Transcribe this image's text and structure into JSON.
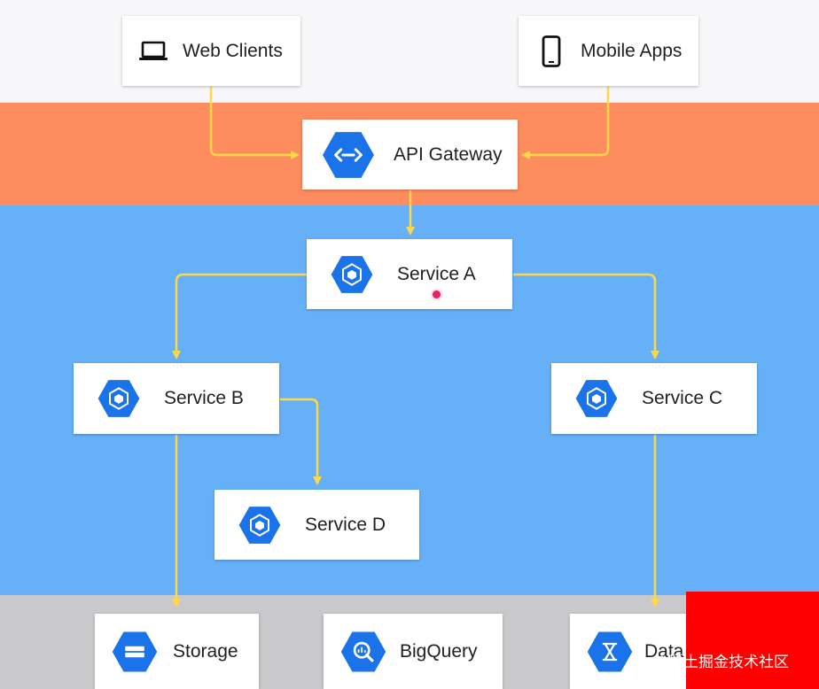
{
  "colors": {
    "client_band": "#f7f7f9",
    "gateway_band": "#fd8d5e",
    "services_band": "#66b0f8",
    "data_band": "#c9c9cc",
    "icon_hex": "#1a73e8",
    "connector": "#ffd84a"
  },
  "clients": {
    "web": {
      "label": "Web Clients",
      "icon": "laptop-icon"
    },
    "mobile": {
      "label": "Mobile Apps",
      "icon": "smartphone-icon"
    }
  },
  "gateway": {
    "label": "API Gateway",
    "icon": "api-gateway-icon"
  },
  "services": {
    "a": {
      "label": "Service A",
      "icon": "kubernetes-engine-icon"
    },
    "b": {
      "label": "Service B",
      "icon": "kubernetes-engine-icon"
    },
    "c": {
      "label": "Service C",
      "icon": "kubernetes-engine-icon"
    },
    "d": {
      "label": "Service D",
      "icon": "kubernetes-engine-icon"
    }
  },
  "data_stores": {
    "storage": {
      "label": "Storage",
      "icon": "storage-icon"
    },
    "bigquery": {
      "label": "BigQuery",
      "icon": "bigquery-icon"
    },
    "datastore": {
      "label": "Data",
      "icon": "datastore-icon"
    }
  },
  "watermark": {
    "text": "@稀土掘金技术社区"
  }
}
